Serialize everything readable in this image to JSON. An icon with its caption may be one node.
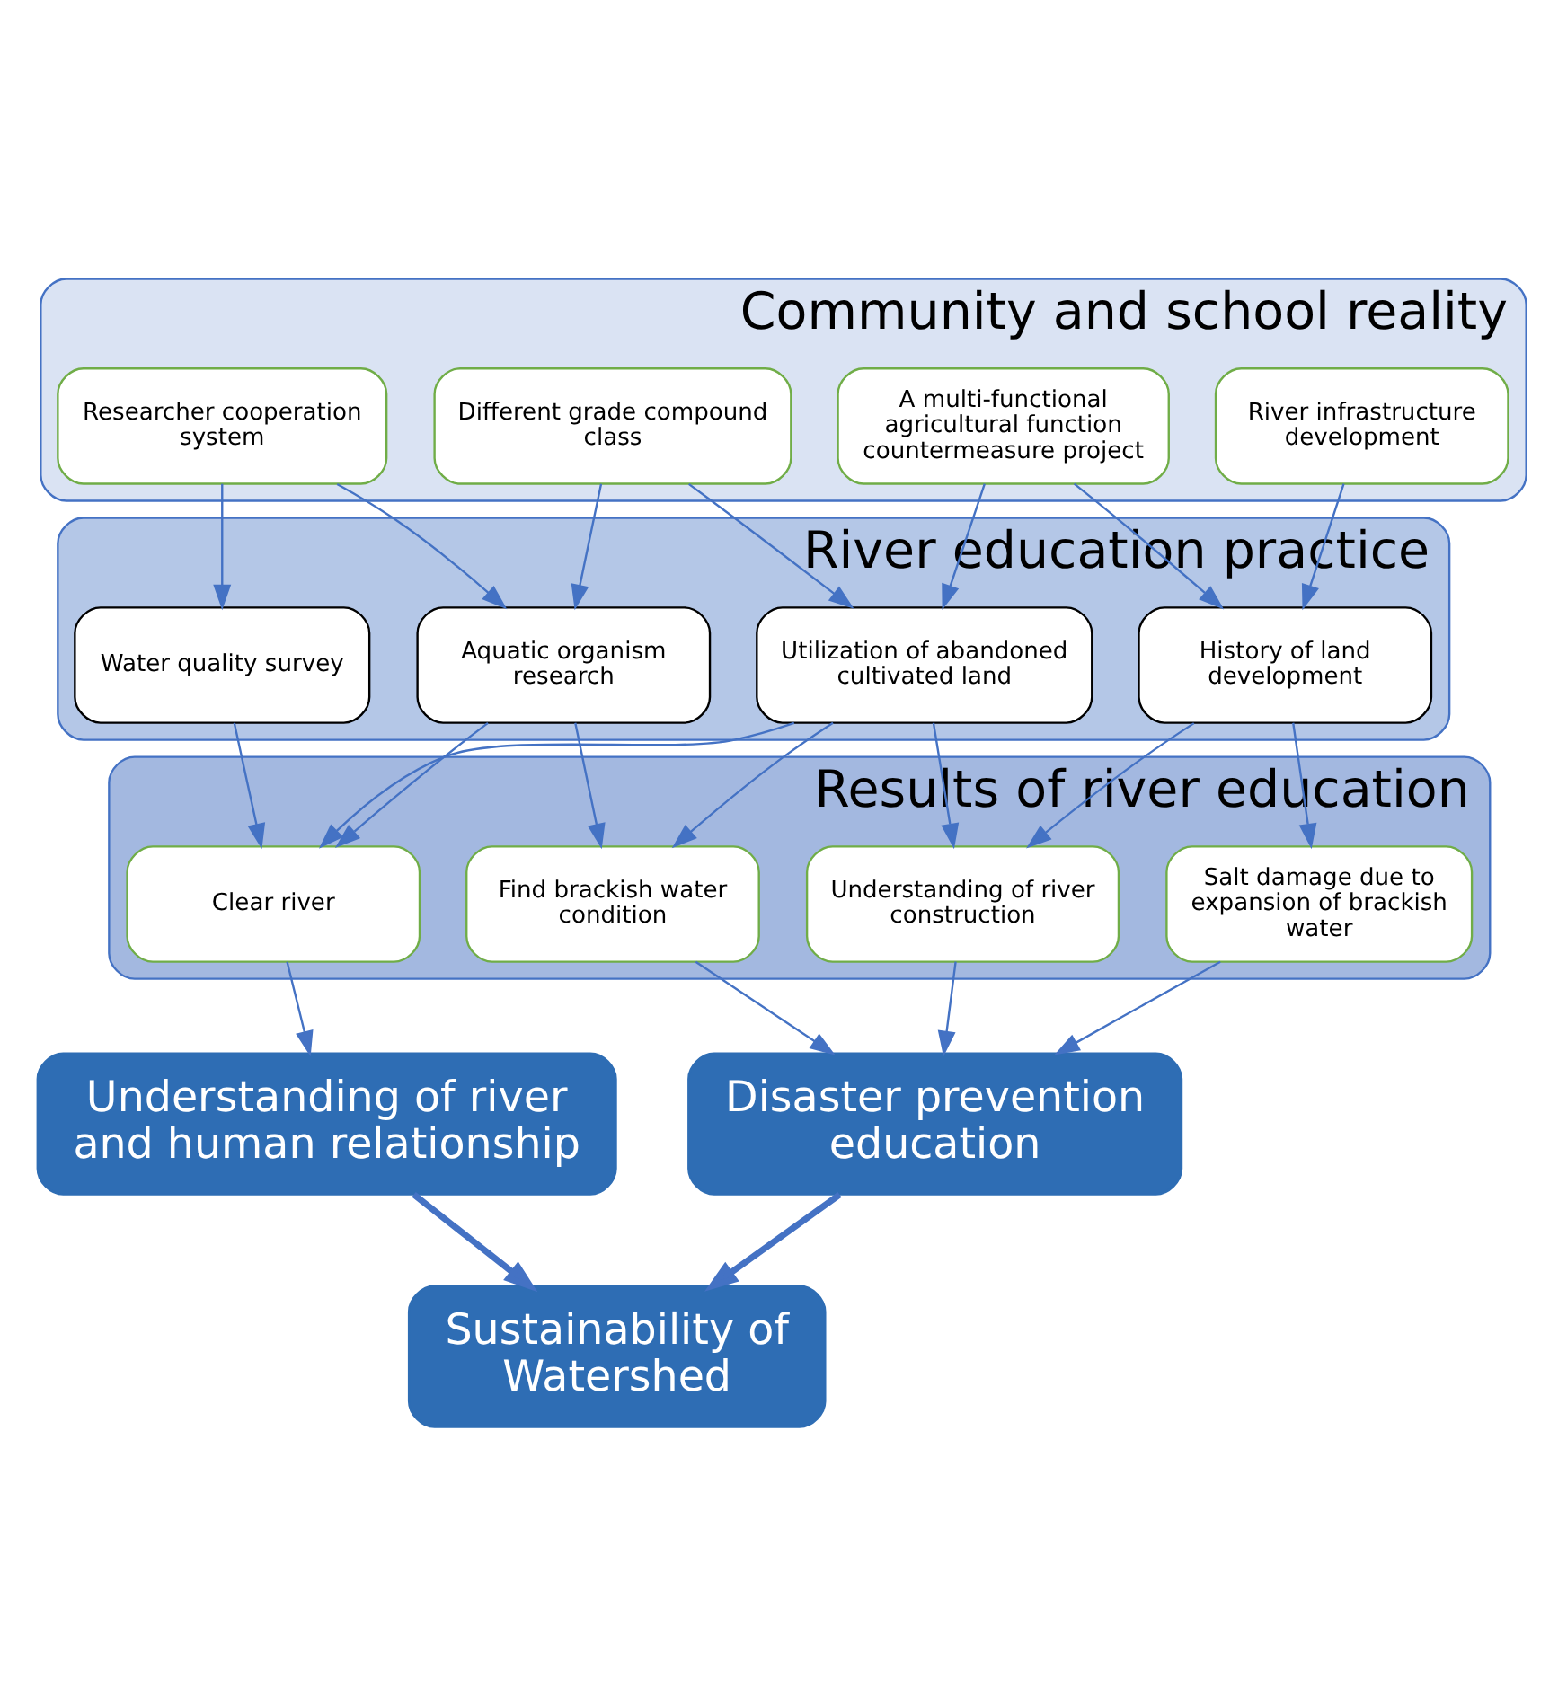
{
  "diagram": {
    "nodes": [
      {
        "text": [
          "Community and school reality"
        ]
      },
      {
        "text": [
          "Researcher cooperation system"
        ],
        "in": 0
      },
      {
        "text": [
          "Different grade compound class"
        ],
        "in": 0
      },
      {
        "text": [
          "A multi-functional agricultural function countermeasure project"
        ],
        "in": 0
      },
      {
        "text": [
          "River infrastructure development"
        ],
        "in": 0
      },
      {
        "text": [
          "River education practice"
        ]
      },
      {
        "text": [
          "Aquatic organism research"
        ],
        "in": 5
      },
      {
        "text": [
          "Utilization of abandoned cultivated land"
        ],
        "in": 5
      },
      {
        "text": [
          "History of land development"
        ],
        "in": 5
      },
      {
        "text": [
          "Water quality survey"
        ],
        "in": 5
      },
      {
        "text": [
          "Results of river education"
        ]
      },
      {
        "text": [
          "Clear river"
        ],
        "in": 10
      },
      {
        "text": [
          "Find brackish water condition"
        ],
        "in": 10
      },
      {
        "text": [
          "Understanding of river construction"
        ],
        "in": 10
      },
      {
        "text": [
          "Salt damage due to expansion of brackish water"
        ],
        "in": 10
      },
      {
        "text": [
          "Understanding of river and human relationship"
        ]
      },
      {
        "text": [
          "Disaster prevention education"
        ]
      },
      {
        "text": [
          "Sustainability of Watershed"
        ]
      }
    ],
    "edges": [
      {
        "from": 1,
        "to": 6,
        "arrow": "to"
      },
      {
        "from": 1,
        "to": 9,
        "arrow": "to"
      },
      {
        "from": 2,
        "to": 6,
        "arrow": "to"
      },
      {
        "from": 2,
        "to": 7,
        "arrow": "to"
      },
      {
        "from": 3,
        "to": 7,
        "arrow": "to"
      },
      {
        "from": 3,
        "to": 8,
        "arrow": "to"
      },
      {
        "from": 4,
        "to": 8,
        "arrow": "to"
      },
      {
        "from": 6,
        "to": 11,
        "arrow": "to"
      },
      {
        "from": 6,
        "to": 12,
        "arrow": "to"
      },
      {
        "from": 7,
        "to": 11,
        "arrow": "to"
      },
      {
        "from": 7,
        "to": 12,
        "arrow": "to"
      },
      {
        "from": 7,
        "to": 13,
        "arrow": "to"
      },
      {
        "from": 8,
        "to": 13,
        "arrow": "to"
      },
      {
        "from": 8,
        "to": 14,
        "arrow": "to"
      },
      {
        "from": 9,
        "to": 11,
        "arrow": "to"
      },
      {
        "from": 11,
        "to": 15,
        "arrow": "to"
      },
      {
        "from": 12,
        "to": 16,
        "arrow": "to"
      },
      {
        "from": 13,
        "to": 16,
        "arrow": "to"
      },
      {
        "from": 14,
        "to": 16,
        "arrow": "to"
      },
      {
        "from": 15,
        "to": 17,
        "arrow": "to",
        "style": "thick"
      },
      {
        "from": 16,
        "to": 17,
        "arrow": "to",
        "style": "thick"
      }
    ]
  }
}
